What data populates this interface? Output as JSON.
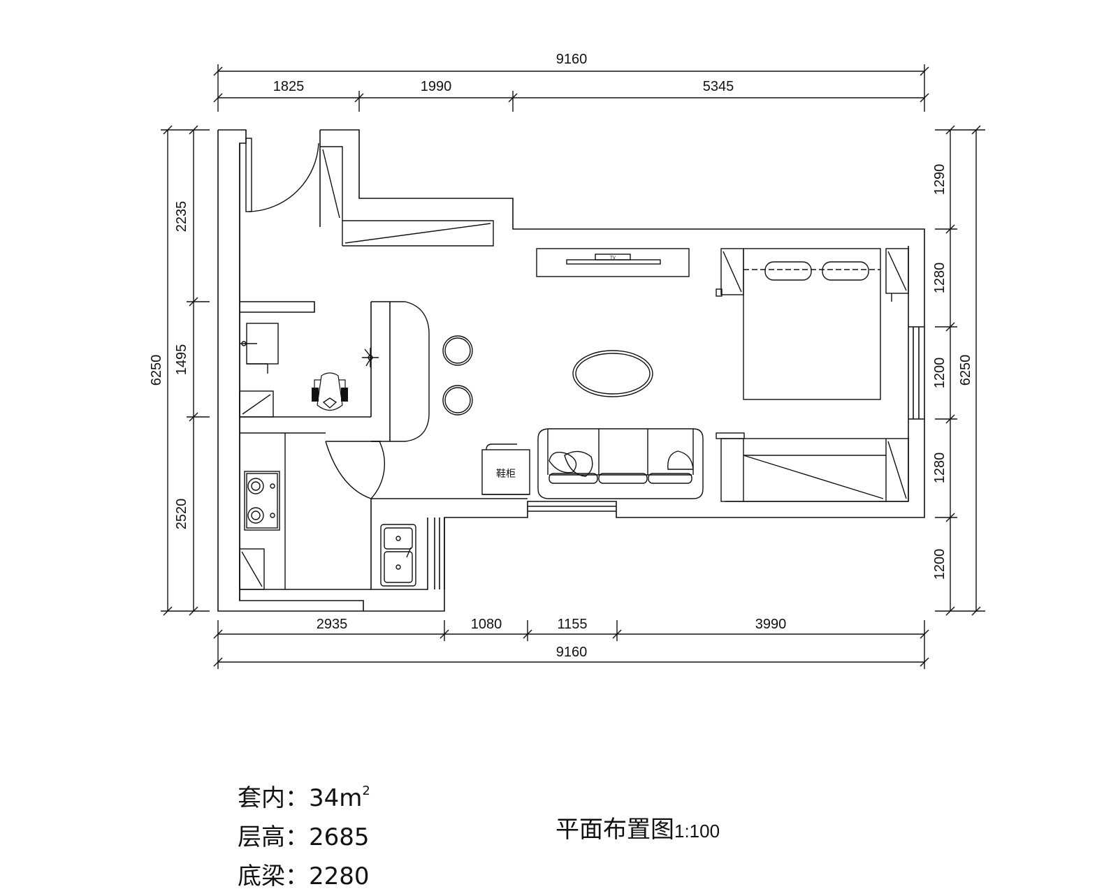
{
  "dimensions": {
    "top_total": "9160",
    "top_segments": [
      "1825",
      "1990",
      "5345"
    ],
    "bottom_segments": [
      "2935",
      "1080",
      "1155",
      "3990"
    ],
    "bottom_total": "9160",
    "left_total": "6250",
    "left_segments": [
      "2235",
      "1495",
      "2520"
    ],
    "right_segments": [
      "1290",
      "1280",
      "1200",
      "1280",
      "1200"
    ],
    "right_total": "6250"
  },
  "labels": {
    "tv": "TV",
    "shoe_cabinet": "鞋柜"
  },
  "info": {
    "area_label": "套内：",
    "area_value": "34m",
    "area_sup": "2",
    "height_label": "层高：",
    "height_value": "2685",
    "beam_label": "底梁：",
    "beam_value": "2280"
  },
  "title": {
    "text": "平面布置图",
    "scale": "1:100"
  }
}
